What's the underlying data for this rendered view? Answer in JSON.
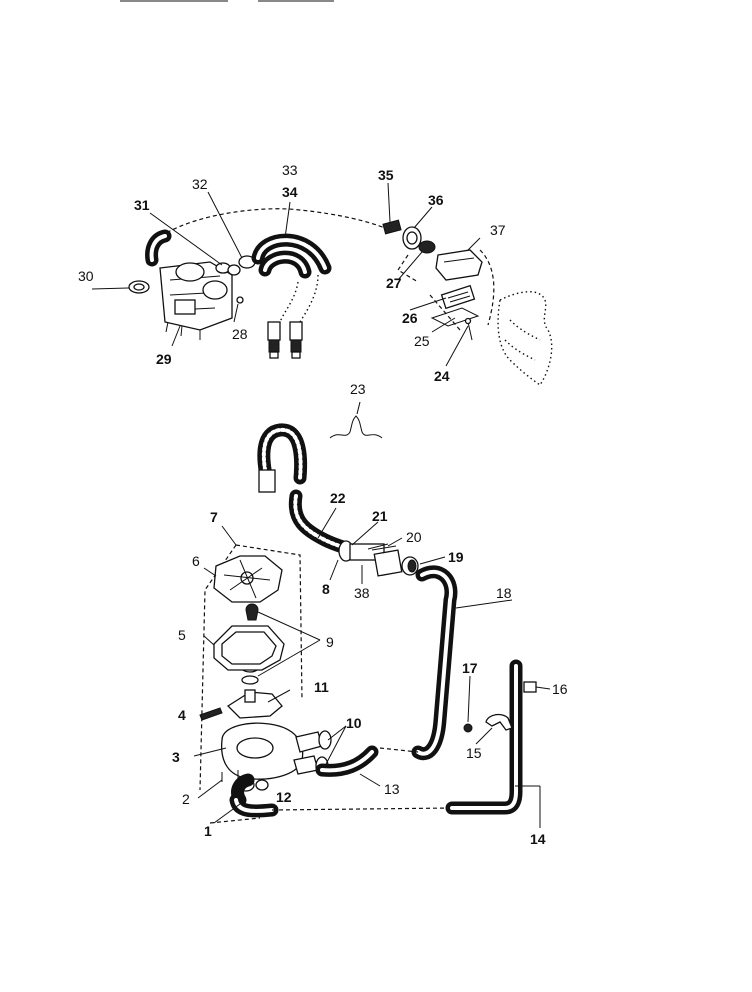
{
  "labels": {
    "l1": "1",
    "l2": "2",
    "l3": "3",
    "l4": "4",
    "l5": "5",
    "l6": "6",
    "l7": "7",
    "l8": "8",
    "l9": "9",
    "l10": "10",
    "l11": "11",
    "l12": "12",
    "l13": "13",
    "l14": "14",
    "l15": "15",
    "l16": "16",
    "l17": "17",
    "l18": "18",
    "l19": "19",
    "l20": "20",
    "l21": "21",
    "l22": "22",
    "l23": "23",
    "l24": "24",
    "l25": "25",
    "l26": "26",
    "l27": "27",
    "l28": "28",
    "l29": "29",
    "l30": "30",
    "l31": "31",
    "l32": "32",
    "l33": "33",
    "l34": "34",
    "l35": "35",
    "l36": "36",
    "l37": "37",
    "l38": "38"
  }
}
